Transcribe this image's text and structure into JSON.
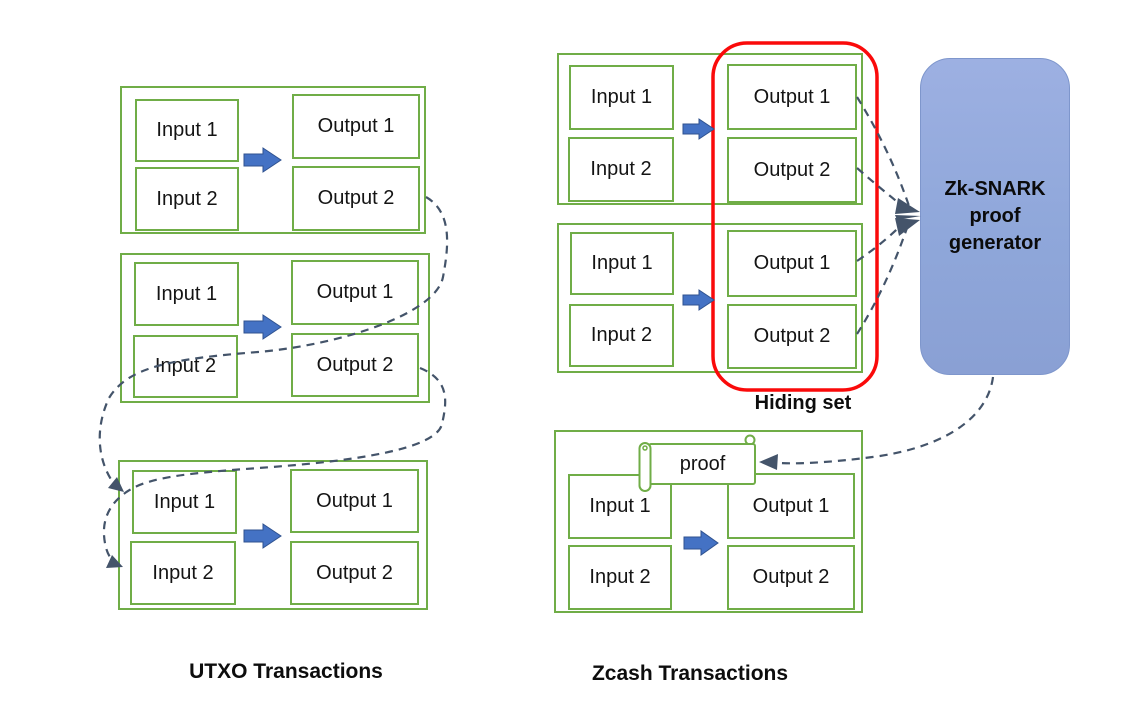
{
  "colors": {
    "box_border_green": "#70AD47",
    "blue_arrow": "#4472C4",
    "connector_dashed": "#44546A",
    "hiding_set_red": "#FA0A0A",
    "generator_fill": "#8FAADC"
  },
  "utxo": {
    "caption": "UTXO Transactions",
    "transactions": [
      {
        "inputs": [
          "Input 1",
          "Input 2"
        ],
        "outputs": [
          "Output 1",
          "Output 2"
        ]
      },
      {
        "inputs": [
          "Input 1",
          "Input 2"
        ],
        "outputs": [
          "Output 1",
          "Output 2"
        ]
      },
      {
        "inputs": [
          "Input 1",
          "Input 2"
        ],
        "outputs": [
          "Output 1",
          "Output 2"
        ]
      }
    ]
  },
  "zcash": {
    "caption": "Zcash Transactions",
    "hiding_set_label": "Hiding set",
    "generator_label": "Zk-SNARK proof generator",
    "proof_label": "proof",
    "transactions": [
      {
        "inputs": [
          "Input 1",
          "Input 2"
        ],
        "outputs": [
          "Output 1",
          "Output 2"
        ]
      },
      {
        "inputs": [
          "Input 1",
          "Input 2"
        ],
        "outputs": [
          "Output 1",
          "Output 2"
        ]
      },
      {
        "inputs": [
          "Input 1",
          "Input 2"
        ],
        "outputs": [
          "Output 1",
          "Output 2"
        ]
      }
    ]
  }
}
